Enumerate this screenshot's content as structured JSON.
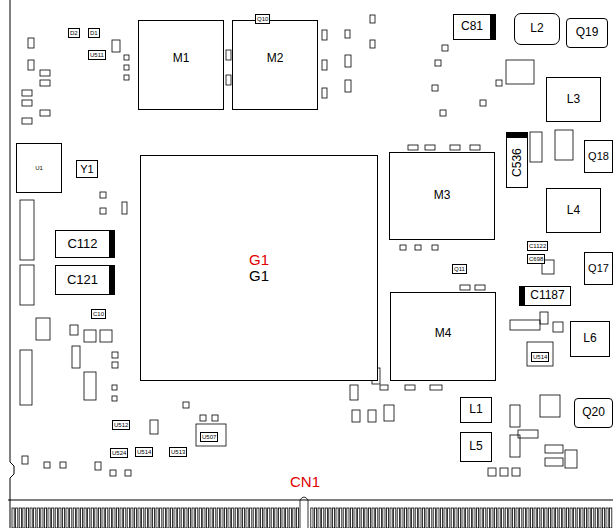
{
  "diagram": {
    "nodes": [
      {
        "text": [
          "M1"
        ]
      },
      {
        "text": [
          "M2"
        ]
      },
      {
        "text": [
          "C81"
        ]
      },
      {
        "text": [
          "L2"
        ]
      },
      {
        "text": [
          "Q19"
        ]
      },
      {
        "text": [
          "L3"
        ]
      },
      {
        "text": [
          "U1"
        ]
      },
      {
        "text": [
          "Y1"
        ]
      },
      {
        "text": [
          "C536"
        ]
      },
      {
        "text": [
          "Q18"
        ]
      },
      {
        "text": [
          "G1",
          "G1"
        ]
      },
      {
        "text": [
          "M3"
        ]
      },
      {
        "text": [
          "L4"
        ]
      },
      {
        "text": [
          "C112"
        ]
      },
      {
        "text": [
          "Q17"
        ]
      },
      {
        "text": [
          "C121"
        ]
      },
      {
        "text": [
          "C1187"
        ]
      },
      {
        "text": [
          "M4"
        ]
      },
      {
        "text": [
          "L6"
        ]
      },
      {
        "text": [
          "L1"
        ]
      },
      {
        "text": [
          "Q20"
        ]
      },
      {
        "text": [
          "L5"
        ]
      },
      {
        "text": [
          "CN1"
        ]
      }
    ],
    "edges": [],
    "labels": [
      "D2",
      "D1",
      "U511",
      "Q10",
      "C10",
      "Q11",
      "C1122",
      "C698",
      "U512",
      "U507",
      "U524",
      "U514",
      "U513",
      "U514"
    ]
  }
}
